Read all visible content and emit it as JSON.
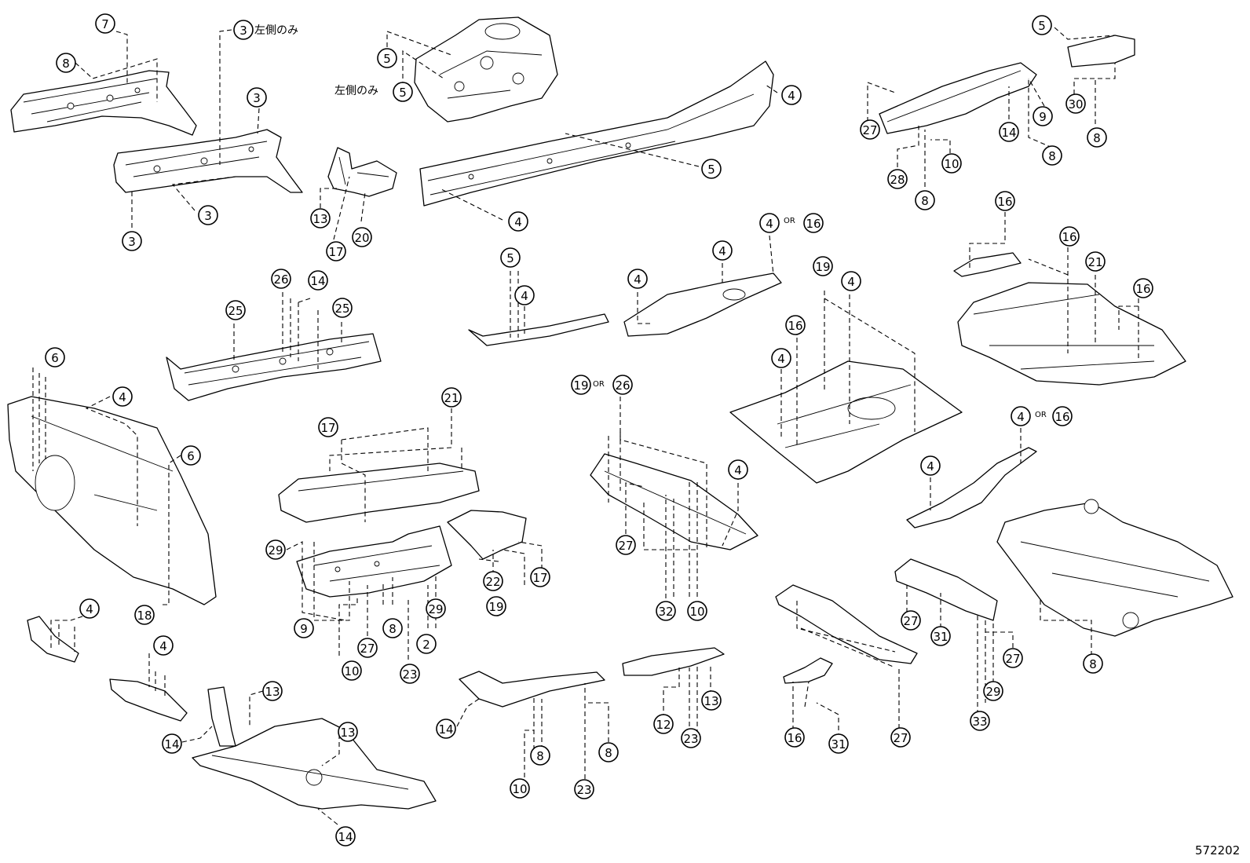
{
  "notes": {
    "left_side_only": "左側のみ",
    "or": "OR"
  },
  "labels": [
    {
      "n": "7"
    },
    {
      "n": "3"
    },
    {
      "n": "8"
    },
    {
      "n": "3"
    },
    {
      "n": "3"
    },
    {
      "n": "3"
    },
    {
      "n": "5"
    },
    {
      "n": "5"
    },
    {
      "n": "4"
    },
    {
      "n": "5"
    },
    {
      "n": "4"
    },
    {
      "n": "13"
    },
    {
      "n": "17"
    },
    {
      "n": "20"
    },
    {
      "n": "5"
    },
    {
      "n": "27"
    },
    {
      "n": "14"
    },
    {
      "n": "9"
    },
    {
      "n": "8"
    },
    {
      "n": "30"
    },
    {
      "n": "8"
    },
    {
      "n": "28"
    },
    {
      "n": "10"
    },
    {
      "n": "8"
    },
    {
      "n": "26"
    },
    {
      "n": "14"
    },
    {
      "n": "25"
    },
    {
      "n": "25"
    },
    {
      "n": "5"
    },
    {
      "n": "4"
    },
    {
      "n": "4"
    },
    {
      "n": "4"
    },
    {
      "n": "4"
    },
    {
      "n": "16"
    },
    {
      "n": "19"
    },
    {
      "n": "4"
    },
    {
      "n": "16"
    },
    {
      "n": "4"
    },
    {
      "n": "16"
    },
    {
      "n": "16"
    },
    {
      "n": "21"
    },
    {
      "n": "16"
    },
    {
      "n": "6"
    },
    {
      "n": "4"
    },
    {
      "n": "6"
    },
    {
      "n": "18"
    },
    {
      "n": "17"
    },
    {
      "n": "21"
    },
    {
      "n": "19"
    },
    {
      "n": "26"
    },
    {
      "n": "4"
    },
    {
      "n": "27"
    },
    {
      "n": "32"
    },
    {
      "n": "10"
    },
    {
      "n": "4"
    },
    {
      "n": "16"
    },
    {
      "n": "4"
    },
    {
      "n": "29"
    },
    {
      "n": "22"
    },
    {
      "n": "17"
    },
    {
      "n": "19"
    },
    {
      "n": "9"
    },
    {
      "n": "8"
    },
    {
      "n": "29"
    },
    {
      "n": "27"
    },
    {
      "n": "2"
    },
    {
      "n": "10"
    },
    {
      "n": "23"
    },
    {
      "n": "4"
    },
    {
      "n": "4"
    },
    {
      "n": "13"
    },
    {
      "n": "14"
    },
    {
      "n": "13"
    },
    {
      "n": "14"
    },
    {
      "n": "14"
    },
    {
      "n": "8"
    },
    {
      "n": "8"
    },
    {
      "n": "10"
    },
    {
      "n": "23"
    },
    {
      "n": "12"
    },
    {
      "n": "23"
    },
    {
      "n": "13"
    },
    {
      "n": "16"
    },
    {
      "n": "31"
    },
    {
      "n": "27"
    },
    {
      "n": "27"
    },
    {
      "n": "31"
    },
    {
      "n": "27"
    },
    {
      "n": "29"
    },
    {
      "n": "33"
    },
    {
      "n": "8"
    }
  ],
  "figure_ref": "572202"
}
